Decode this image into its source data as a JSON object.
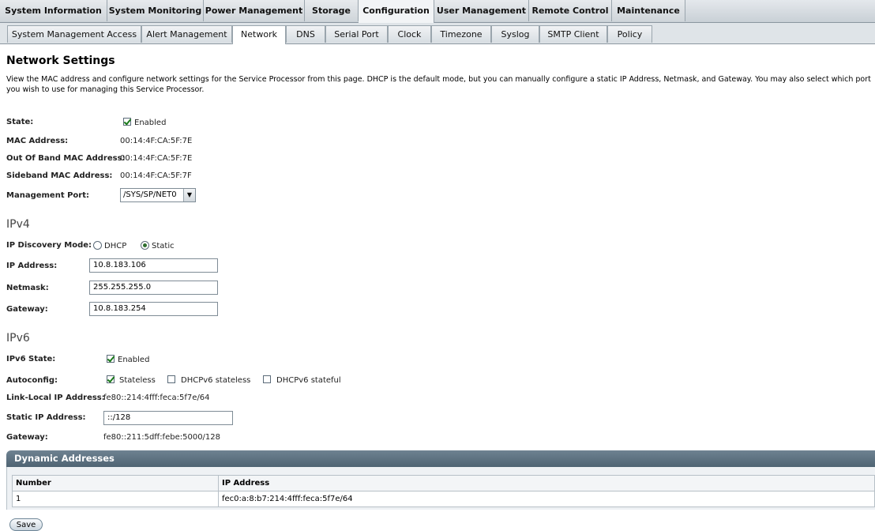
{
  "nav": {
    "top_tabs": [
      "System Information",
      "System Monitoring",
      "Power Management",
      "Storage",
      "Configuration",
      "User Management",
      "Remote Control",
      "Maintenance"
    ],
    "sub_tabs": [
      "System Management Access",
      "Alert Management",
      "Network",
      "DNS",
      "Serial Port",
      "Clock",
      "Timezone",
      "Syslog",
      "SMTP Client",
      "Policy"
    ]
  },
  "page": {
    "title": "Network Settings",
    "description": "View the MAC address and configure network settings for the Service Processor from this page. DHCP is the default mode, but you can manually configure a static IP Address, Netmask, and Gateway. You may also select which port you wish to use for managing this Service Processor."
  },
  "general": {
    "state_label": "State:",
    "state_value": "Enabled",
    "mac_label": "MAC Address:",
    "mac_value": "00:14:4F:CA:5F:7E",
    "oob_mac_label": "Out Of Band MAC Address:",
    "oob_mac_value": "00:14:4F:CA:5F:7E",
    "sideband_mac_label": "Sideband MAC Address:",
    "sideband_mac_value": "00:14:4F:CA:5F:7F",
    "mgmt_port_label": "Management Port:",
    "mgmt_port_value": "/SYS/SP/NET0"
  },
  "ipv4": {
    "heading": "IPv4",
    "discovery_label": "IP Discovery Mode:",
    "dhcp_label": "DHCP",
    "static_label": "Static",
    "ip_label": "IP Address:",
    "ip_value": "10.8.183.106",
    "netmask_label": "Netmask:",
    "netmask_value": "255.255.255.0",
    "gateway_label": "Gateway:",
    "gateway_value": "10.8.183.254"
  },
  "ipv6": {
    "heading": "IPv6",
    "state_label": "IPv6 State:",
    "state_value": "Enabled",
    "autoconfig_label": "Autoconfig:",
    "stateless_label": "Stateless",
    "dhcpv6_stateless_label": "DHCPv6 stateless",
    "dhcpv6_stateful_label": "DHCPv6 stateful",
    "link_local_label": "Link-Local IP Address:",
    "link_local_value": "fe80::214:4fff:feca:5f7e/64",
    "static_ip_label": "Static IP Address:",
    "static_ip_value": "::/128",
    "gateway_label": "Gateway:",
    "gateway_value": "fe80::211:5dff:febe:5000/128"
  },
  "dynamic": {
    "heading": "Dynamic Addresses",
    "columns": [
      "Number",
      "IP Address"
    ],
    "rows": [
      [
        "1",
        "fec0:a:8:b7:214:4fff:feca:5f7e/64"
      ]
    ]
  },
  "actions": {
    "save_label": "Save"
  }
}
